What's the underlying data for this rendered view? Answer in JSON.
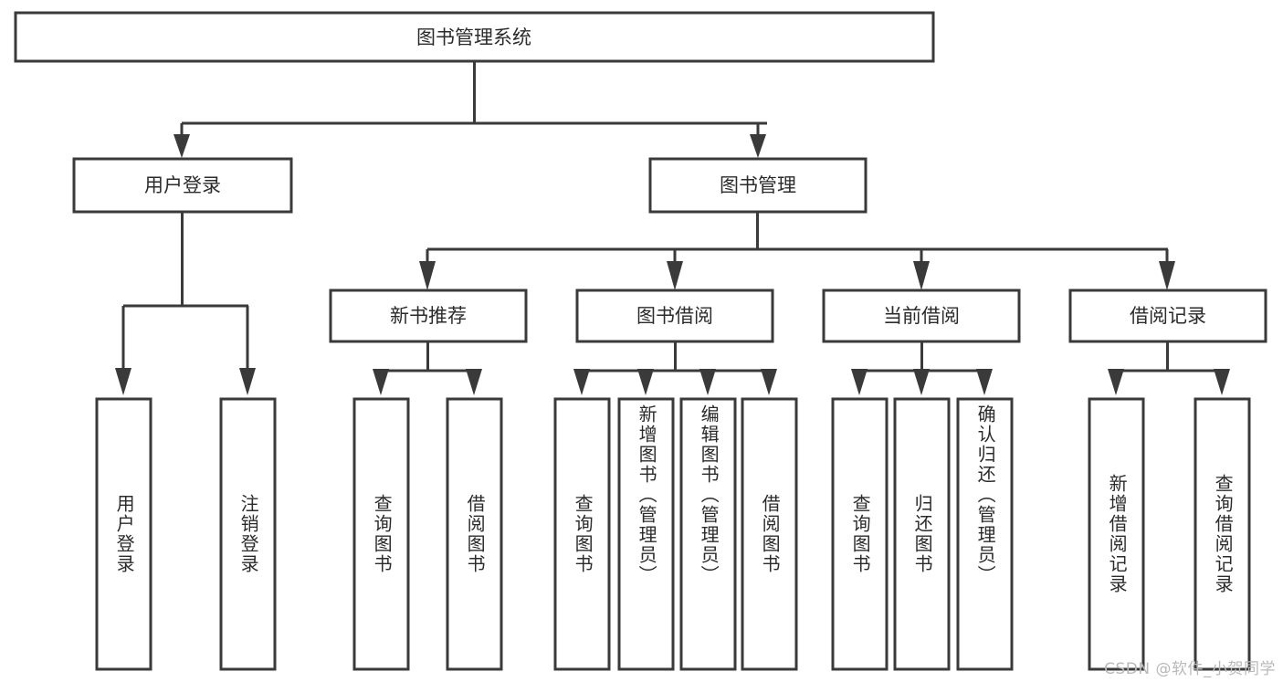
{
  "diagram": {
    "type": "tree-hierarchy",
    "title": "图书管理系统",
    "watermark": "CSDN @软件_小贺同学",
    "colors": {
      "box_stroke": "#3a3a3a",
      "box_fill": "#ffffff",
      "connector": "#3a3a3a",
      "text": "#2b2b2b",
      "watermark": "#b9b9b9",
      "background": "#ffffff"
    },
    "root": {
      "label": "图书管理系统",
      "orientation": "horizontal"
    },
    "level1": [
      {
        "id": "user-login",
        "label": "用户登录",
        "orientation": "horizontal",
        "children": [
          {
            "id": "user-login-login",
            "label": "用户登录",
            "orientation": "vertical"
          },
          {
            "id": "user-login-logout",
            "label": "注销登录",
            "orientation": "vertical"
          }
        ]
      },
      {
        "id": "book-management",
        "label": "图书管理",
        "orientation": "horizontal",
        "children": [
          {
            "id": "new-book-recommend",
            "label": "新书推荐",
            "orientation": "horizontal",
            "children": [
              {
                "id": "recommend-query-book",
                "label": "查询图书",
                "orientation": "vertical"
              },
              {
                "id": "recommend-borrow-book",
                "label": "借阅图书",
                "orientation": "vertical"
              }
            ]
          },
          {
            "id": "book-borrow",
            "label": "图书借阅",
            "orientation": "horizontal",
            "children": [
              {
                "id": "borrow-query-book",
                "label": "查询图书",
                "orientation": "vertical"
              },
              {
                "id": "borrow-add-book",
                "label": "新增图书（管理员）",
                "orientation": "vertical"
              },
              {
                "id": "borrow-edit-book",
                "label": "编辑图书（管理员）",
                "orientation": "vertical"
              },
              {
                "id": "borrow-borrow-book",
                "label": "借阅图书",
                "orientation": "vertical"
              }
            ]
          },
          {
            "id": "current-borrow",
            "label": "当前借阅",
            "orientation": "horizontal",
            "children": [
              {
                "id": "current-query-book",
                "label": "查询图书",
                "orientation": "vertical"
              },
              {
                "id": "current-return-book",
                "label": "归还图书",
                "orientation": "vertical"
              },
              {
                "id": "current-confirm-return",
                "label": "确认归还（管理员）",
                "orientation": "vertical"
              }
            ]
          },
          {
            "id": "borrow-records",
            "label": "借阅记录",
            "orientation": "horizontal",
            "children": [
              {
                "id": "records-add",
                "label": "新增借阅记录",
                "orientation": "vertical"
              },
              {
                "id": "records-query",
                "label": "查询借阅记录",
                "orientation": "vertical"
              }
            ]
          }
        ]
      }
    ]
  }
}
